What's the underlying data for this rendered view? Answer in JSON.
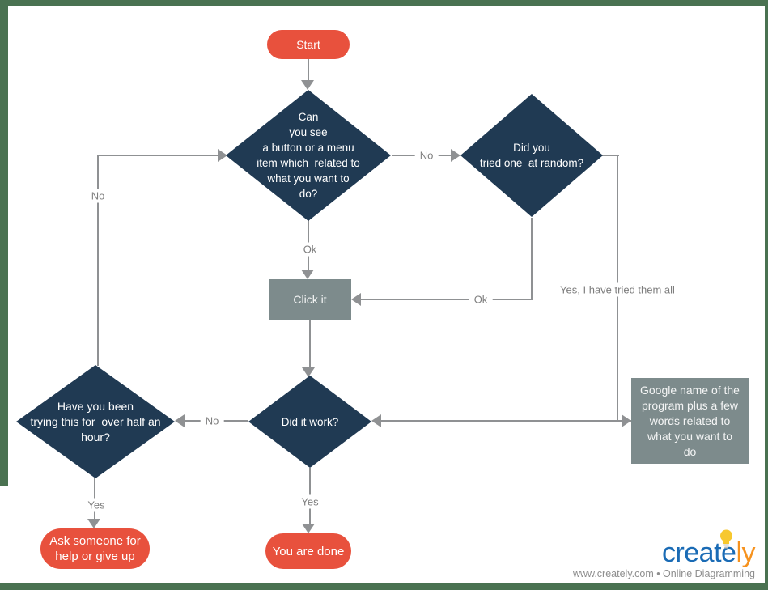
{
  "nodes": {
    "start": {
      "label": "Start",
      "type": "terminal"
    },
    "can_see": {
      "label": "Can\nyou see\na button or a menu\nitem which  related to\nwhat you want to\ndo?",
      "type": "decision"
    },
    "tried_random": {
      "label": "Did you\ntried one  at random?",
      "type": "decision"
    },
    "click_it": {
      "label": "Click it",
      "type": "process"
    },
    "did_it_work": {
      "label": "Did it work?",
      "type": "decision"
    },
    "half_hour": {
      "label": "Have you been\ntrying this for  over half an\nhour?",
      "type": "decision"
    },
    "ask_someone": {
      "label": "Ask someone for\nhelp or give up",
      "type": "terminal"
    },
    "you_are_done": {
      "label": "You are done",
      "type": "terminal"
    },
    "google_it": {
      "label": "Google name of the\nprogram plus a few\nwords related to\nwhat you want to\ndo",
      "type": "process"
    }
  },
  "edge_labels": {
    "no_to_tried": "No",
    "ok_to_click": "Ok",
    "ok_from_tried": "Ok",
    "tried_all": "Yes, I have tried them all",
    "no_back_to_top": "No",
    "no_to_hour": "No",
    "yes_to_done": "Yes",
    "yes_to_ask": "Yes"
  },
  "colors": {
    "terminal_red": "#E8513D",
    "decision_navy": "#203A53",
    "process_gray": "#7D8B8C",
    "connector": "#8F9193",
    "frame_green": "#4A7251",
    "logo_blue": "#1A6BB5",
    "logo_orange": "#F6921E"
  },
  "branding": {
    "logo_blue_part": "create",
    "logo_orange_part": "ly",
    "tagline": "www.creately.com • Online Diagramming"
  }
}
